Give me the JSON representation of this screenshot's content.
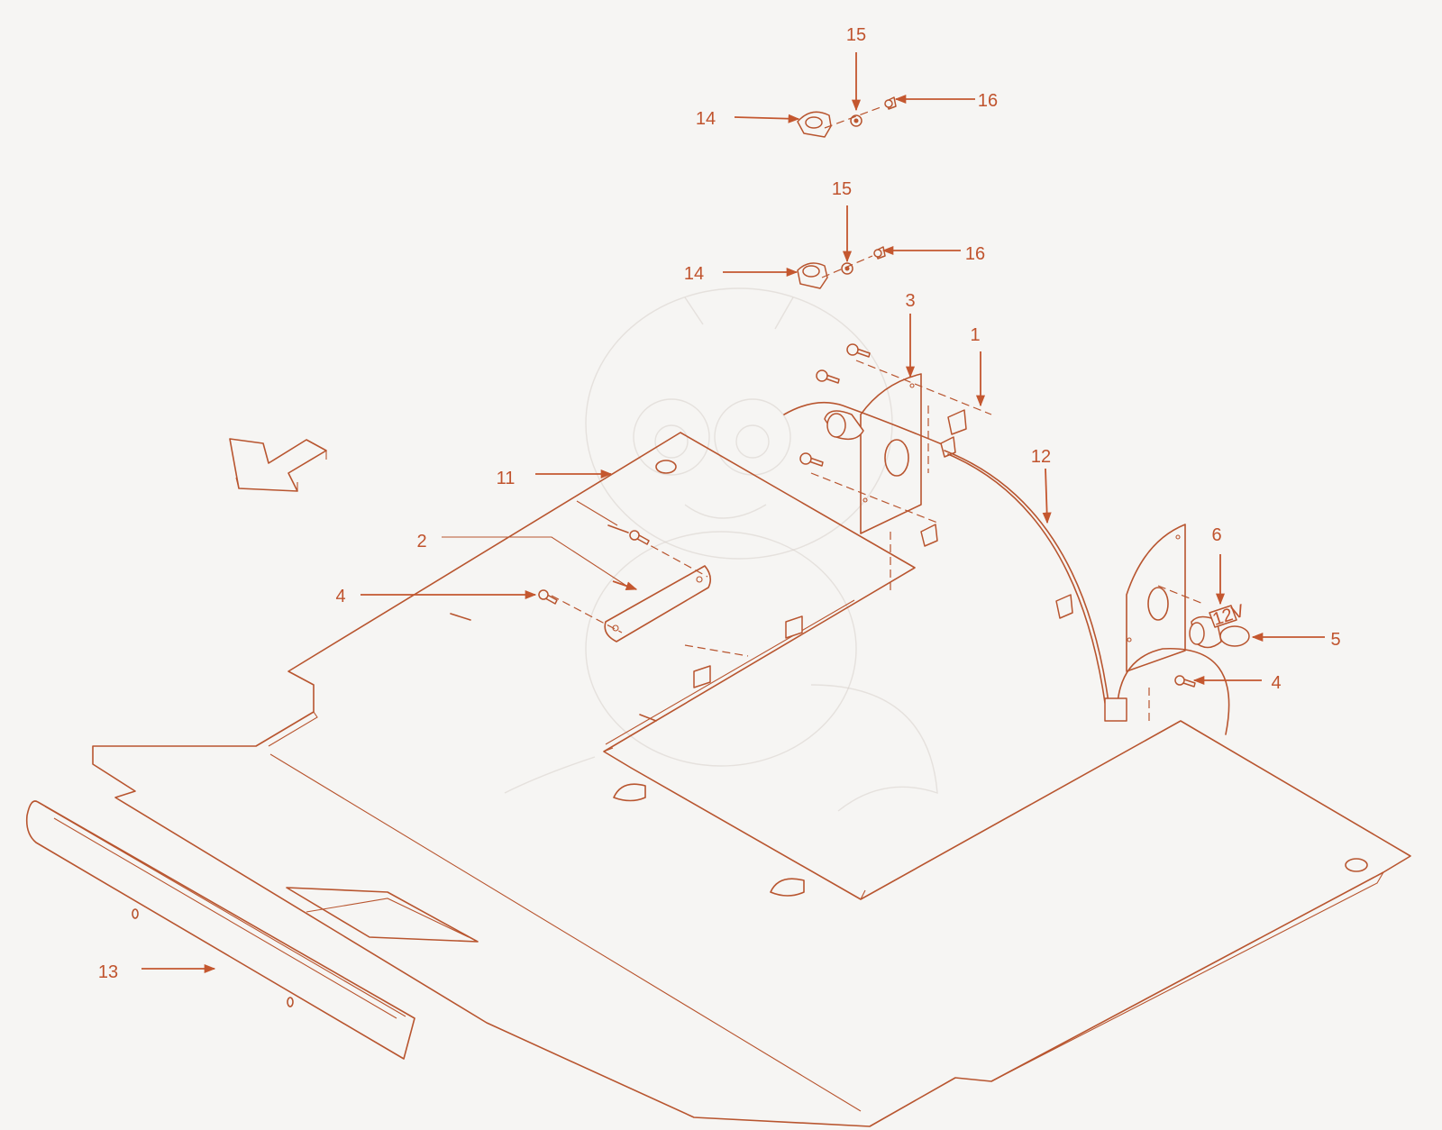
{
  "callouts": [
    {
      "id": "c-15-top",
      "text": "15"
    },
    {
      "id": "c-14-top",
      "text": "14"
    },
    {
      "id": "c-16-top",
      "text": "16"
    },
    {
      "id": "c-15-mid",
      "text": "15"
    },
    {
      "id": "c-14-mid",
      "text": "14"
    },
    {
      "id": "c-16-mid",
      "text": "16"
    },
    {
      "id": "c-3",
      "text": "3"
    },
    {
      "id": "c-1",
      "text": "1"
    },
    {
      "id": "c-12",
      "text": "12"
    },
    {
      "id": "c-11",
      "text": "11"
    },
    {
      "id": "c-2",
      "text": "2"
    },
    {
      "id": "c-4-left",
      "text": "4"
    },
    {
      "id": "c-6",
      "text": "6"
    },
    {
      "id": "c-5",
      "text": "5"
    },
    {
      "id": "c-4-right",
      "text": "4"
    },
    {
      "id": "c-13",
      "text": "13"
    }
  ],
  "socket_marking": "12V",
  "colors": {
    "line": "#b8552f",
    "label": "#c0532d",
    "background": "#f6f5f3"
  }
}
